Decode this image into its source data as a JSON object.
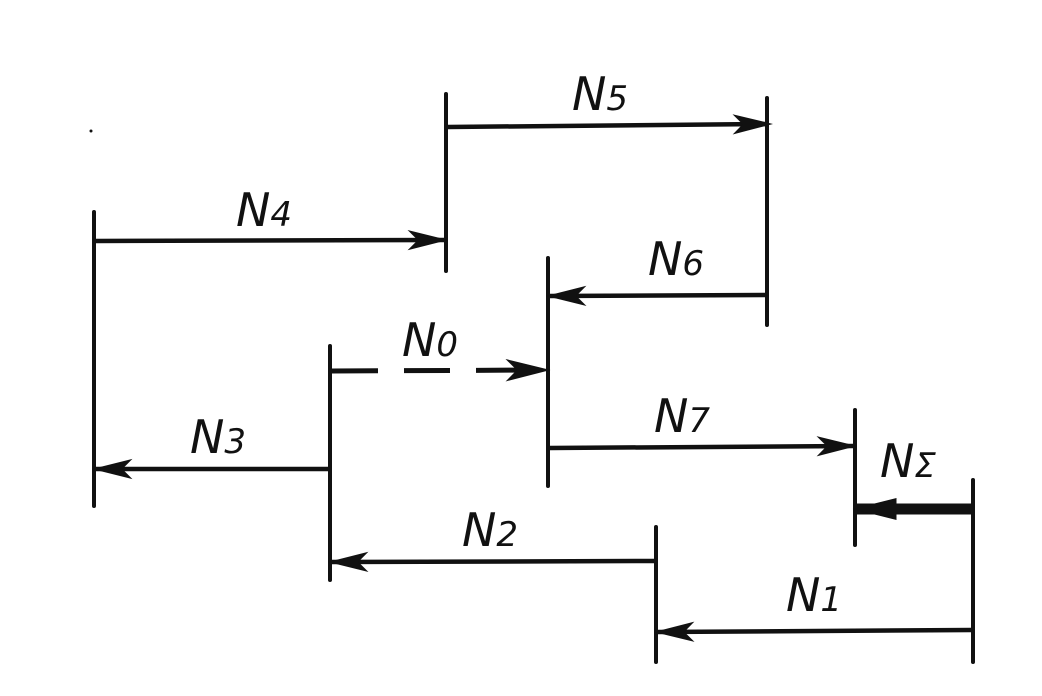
{
  "diagram": {
    "ink_color": "#111111",
    "background": "#ffffff",
    "vectors": [
      {
        "id": "n0",
        "letter": "N",
        "sub": "0",
        "direction": "right",
        "style": "dashed"
      },
      {
        "id": "n1",
        "letter": "N",
        "sub": "1",
        "direction": "left",
        "style": "solid"
      },
      {
        "id": "n2",
        "letter": "N",
        "sub": "2",
        "direction": "left",
        "style": "solid"
      },
      {
        "id": "n3",
        "letter": "N",
        "sub": "3",
        "direction": "left",
        "style": "solid"
      },
      {
        "id": "n4",
        "letter": "N",
        "sub": "4",
        "direction": "right",
        "style": "solid"
      },
      {
        "id": "n5",
        "letter": "N",
        "sub": "5",
        "direction": "right",
        "style": "solid"
      },
      {
        "id": "n6",
        "letter": "N",
        "sub": "6",
        "direction": "left",
        "style": "solid"
      },
      {
        "id": "n7",
        "letter": "N",
        "sub": "7",
        "direction": "right",
        "style": "solid"
      },
      {
        "id": "nsum",
        "letter": "N",
        "sub": "Σ",
        "direction": "left",
        "style": "bold"
      }
    ]
  }
}
